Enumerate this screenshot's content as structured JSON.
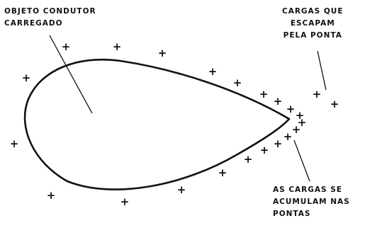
{
  "labels": {
    "object": [
      "OBJETO CONDUTOR",
      "CARREGADO"
    ],
    "escape": [
      "CARGAS QUE",
      "ESCAPAM",
      "PELA PONTA"
    ],
    "accumulate": [
      "AS CARGAS SE",
      "ACUMULAM NAS",
      "PONTAS"
    ]
  },
  "charge_symbol": "+",
  "colors": {
    "ink": "#111111",
    "background": "#ffffff"
  }
}
